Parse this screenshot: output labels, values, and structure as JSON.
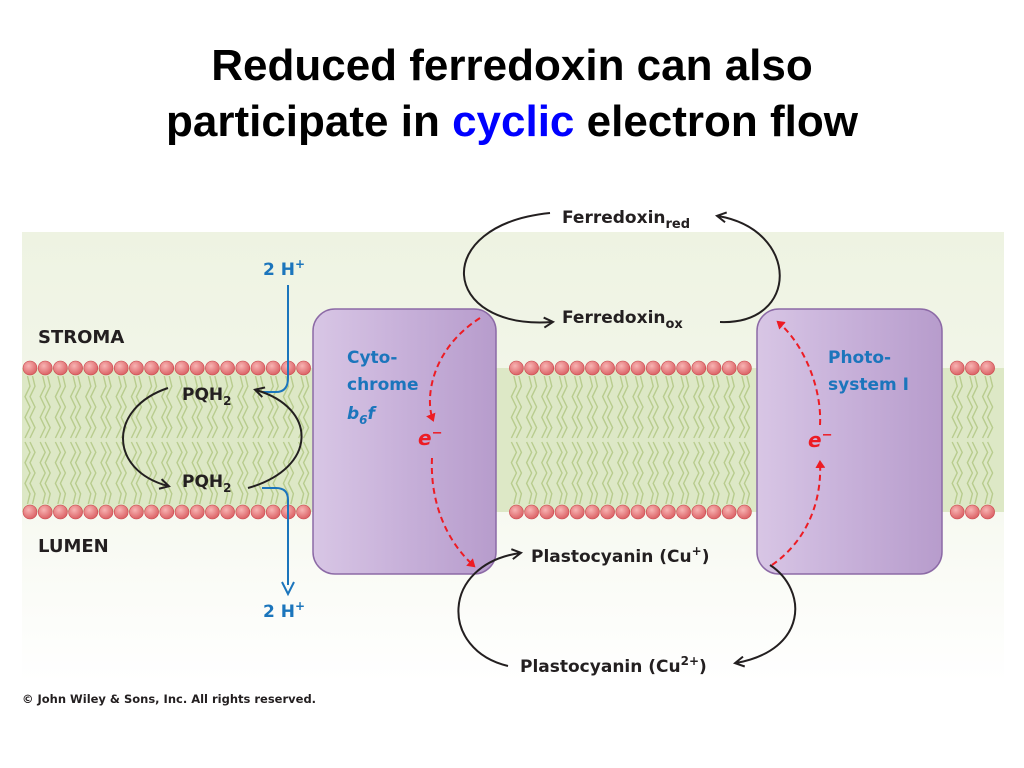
{
  "title": {
    "line1": "Reduced ferredoxin can also",
    "line2_pre": "participate in",
    "line2_highlight": "cyclic",
    "line2_post": "electron flow",
    "highlight_color": "#0000ff"
  },
  "regions": {
    "stroma": "STROMA",
    "lumen": "LUMEN"
  },
  "proton_top": {
    "base": "2 H",
    "sup": "+"
  },
  "proton_bottom": {
    "base": "2 H",
    "sup": "+"
  },
  "pqh2_top": {
    "base": "PQH",
    "sub": "2"
  },
  "pqh2_bottom": {
    "base": "PQH",
    "sub": "2"
  },
  "cytochrome": {
    "line1": "Cyto-",
    "line2": "chrome",
    "b": "b",
    "sub": "6",
    "f": "f"
  },
  "photosystem": {
    "line1": "Photo-",
    "line2": "system I"
  },
  "ferredoxin_red": {
    "base": "Ferredoxin",
    "sub": "red"
  },
  "ferredoxin_ox": {
    "base": "Ferredoxin",
    "sub": "ox"
  },
  "plastocyanin_cu1": {
    "base": "Plastocyanin (Cu",
    "sup": "+",
    "close": ")"
  },
  "plastocyanin_cu2": {
    "base": "Plastocyanin (Cu",
    "sup": "2+",
    "close": ")"
  },
  "electron_left": {
    "base": "e",
    "sup": "−"
  },
  "electron_right": {
    "base": "e",
    "sup": "−"
  },
  "copyright": "© John Wiley & Sons, Inc. All rights reserved.",
  "colors": {
    "protein_fill": "#c9b3d9",
    "protein_stroke": "#8c6aa6",
    "lipid_head": "#e8777a",
    "membrane_bg": "#dfe9c9",
    "proton_blue": "#1b75bc",
    "electron_red": "#ed1c24"
  }
}
